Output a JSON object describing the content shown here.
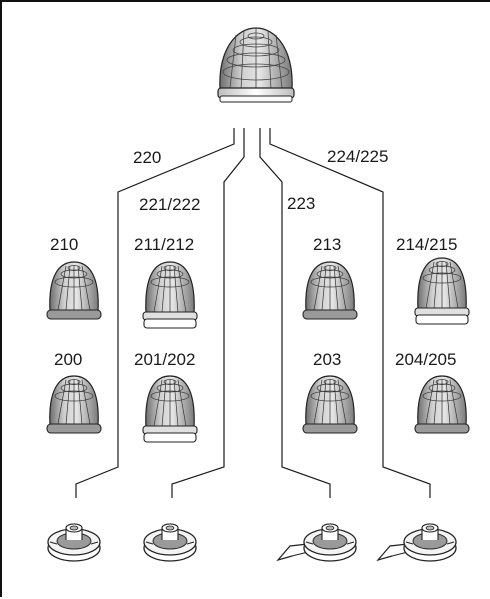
{
  "diagram": {
    "branches": [
      {
        "label": "220"
      },
      {
        "label": "221/222"
      },
      {
        "label": "223"
      },
      {
        "label": "224/225"
      }
    ],
    "caps_top_row": [
      "210",
      "211/212",
      "213",
      "214/215"
    ],
    "caps_bottom_row": [
      "200",
      "201/202",
      "203",
      "204/205"
    ],
    "colors": {
      "line": "#1a1a1a",
      "cap_fill": "#d0d0d0",
      "cap_shade": "#8c8c8c",
      "base_ring": "#f2f2f2"
    }
  }
}
